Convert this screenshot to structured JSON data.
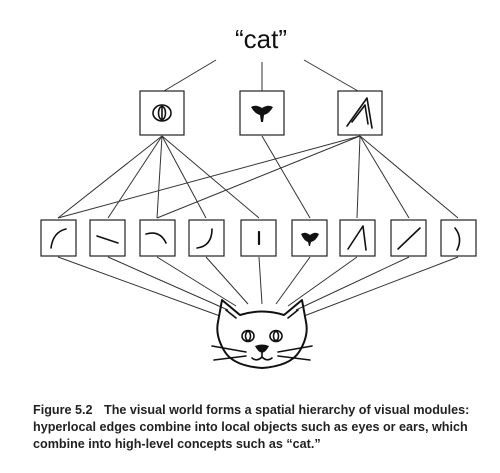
{
  "diagram": {
    "top_label": "“cat”",
    "high_level_nodes": [
      {
        "icon": "eye-icon"
      },
      {
        "icon": "nose-icon"
      },
      {
        "icon": "ear-icon"
      }
    ],
    "edge_nodes": [
      {
        "icon": "curve-up-right-icon"
      },
      {
        "icon": "diagonal-down-icon"
      },
      {
        "icon": "arc-down-icon"
      },
      {
        "icon": "curve-j-icon"
      },
      {
        "icon": "vertical-bar-icon"
      },
      {
        "icon": "nose-icon"
      },
      {
        "icon": "ear-icon"
      },
      {
        "icon": "diagonal-up-icon"
      },
      {
        "icon": "arc-right-icon"
      }
    ],
    "bottom_image": {
      "icon": "cat-face-icon"
    }
  },
  "caption": {
    "label": "Figure 5.2",
    "text": "The visual world forms a spatial hierarchy of visual modules: hyperlocal edges combine into local objects such as eyes or ears, which combine into high-level concepts such as “cat.”"
  }
}
